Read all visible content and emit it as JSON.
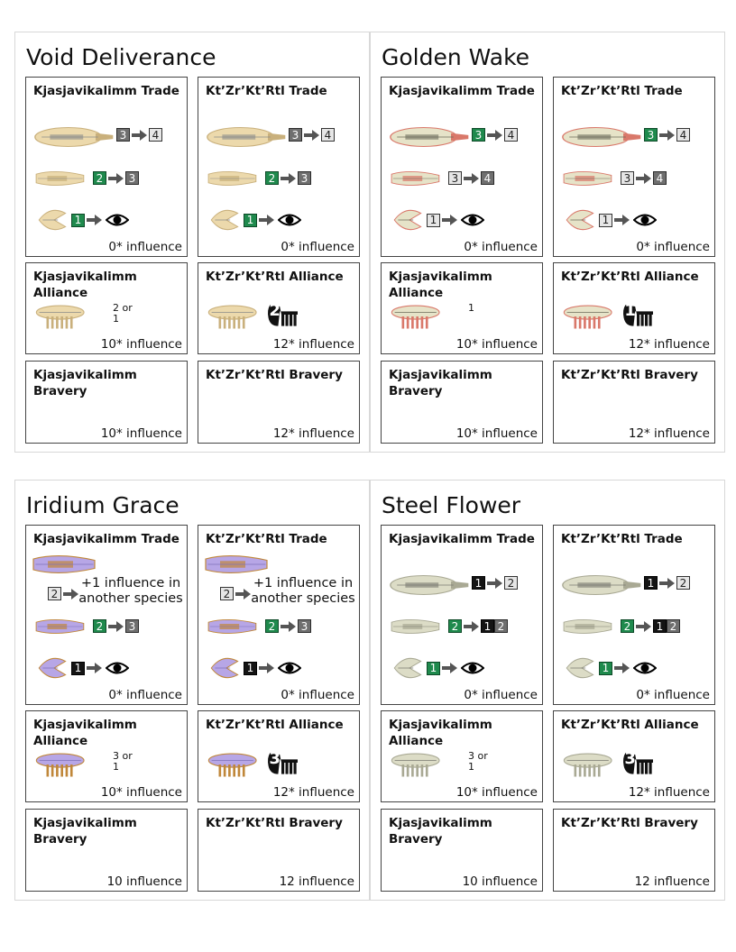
{
  "card_text": {
    "k_trade": "Kjasjavikalimm Trade",
    "kt_trade": "Kt’Zr’Kt’Rtl Trade",
    "k_alliance": "Kjasjavikalimm Alliance",
    "kt_alliance": "Kt’Zr’Kt’Rtl Alliance",
    "k_bravery": "Kjasjavikalimm Bravery",
    "kt_bravery": "Kt’Zr’Kt’Rtl Bravery",
    "influence_0": "0* influence",
    "influence_10_star": "10* influence",
    "influence_12_star": "12* influence",
    "influence_10": "10 influence",
    "influence_12": "12 influence",
    "another_species": "+1 influence in another species"
  },
  "factions": [
    {
      "name": "Void Deliverance",
      "ship_colors": {
        "body": "#ecd9ac",
        "accent": "#c9b07c",
        "detail": "#8a8a8a"
      },
      "trade_rows": [
        {
          "from": "3",
          "from_style": "grey",
          "to": "4",
          "to_style": "light"
        },
        {
          "from": "2",
          "from_style": "green",
          "to": "3",
          "to_style": "grey"
        },
        {
          "from": "1",
          "from_style": "green",
          "to": "eye",
          "to_style": "eye"
        }
      ],
      "alliance_note_top": "2 or",
      "alliance_note_bottom": "1",
      "alliance_fist_number": "2"
    },
    {
      "name": "Golden Wake",
      "ship_colors": {
        "body": "#e6e3c8",
        "accent": "#d9786a",
        "detail": "#6b6b5a"
      },
      "trade_rows": [
        {
          "from": "3",
          "from_style": "green",
          "to": "4",
          "to_style": "light"
        },
        {
          "from": "3",
          "from_style": "light",
          "to": "4",
          "to_style": "grey"
        },
        {
          "from": "1",
          "from_style": "light",
          "to": "eye",
          "to_style": "eye"
        }
      ],
      "alliance_note_top": "",
      "alliance_note_bottom": "1",
      "alliance_fist_number": "1"
    },
    {
      "name": "Iridium Grace",
      "ship_colors": {
        "body": "#b7a6e6",
        "accent": "#c0873a",
        "detail": "#7f70b8"
      },
      "trade_rows": [
        {
          "from": "2",
          "from_style": "light",
          "to": "bonus",
          "to_style": "bonus"
        },
        {
          "from": "2",
          "from_style": "green",
          "to": "3",
          "to_style": "grey"
        },
        {
          "from": "1",
          "from_style": "black",
          "to": "eye",
          "to_style": "eye"
        }
      ],
      "alliance_note_top": "3 or",
      "alliance_note_bottom": "1",
      "alliance_fist_number": "3"
    },
    {
      "name": "Steel Flower",
      "ship_colors": {
        "body": "#dcdcc6",
        "accent": "#a9a994",
        "detail": "#7a7a70"
      },
      "trade_rows": [
        {
          "from": "1",
          "from_style": "black",
          "to": "2",
          "to_style": "light"
        },
        {
          "from": "2",
          "from_style": "green",
          "to": "1",
          "to_style": "black",
          "to2": "2",
          "to2_style": "grey"
        },
        {
          "from": "1",
          "from_style": "green",
          "to": "eye",
          "to_style": "eye"
        }
      ],
      "alliance_note_top": "3 or",
      "alliance_note_bottom": "1",
      "alliance_fist_number": "3"
    }
  ]
}
